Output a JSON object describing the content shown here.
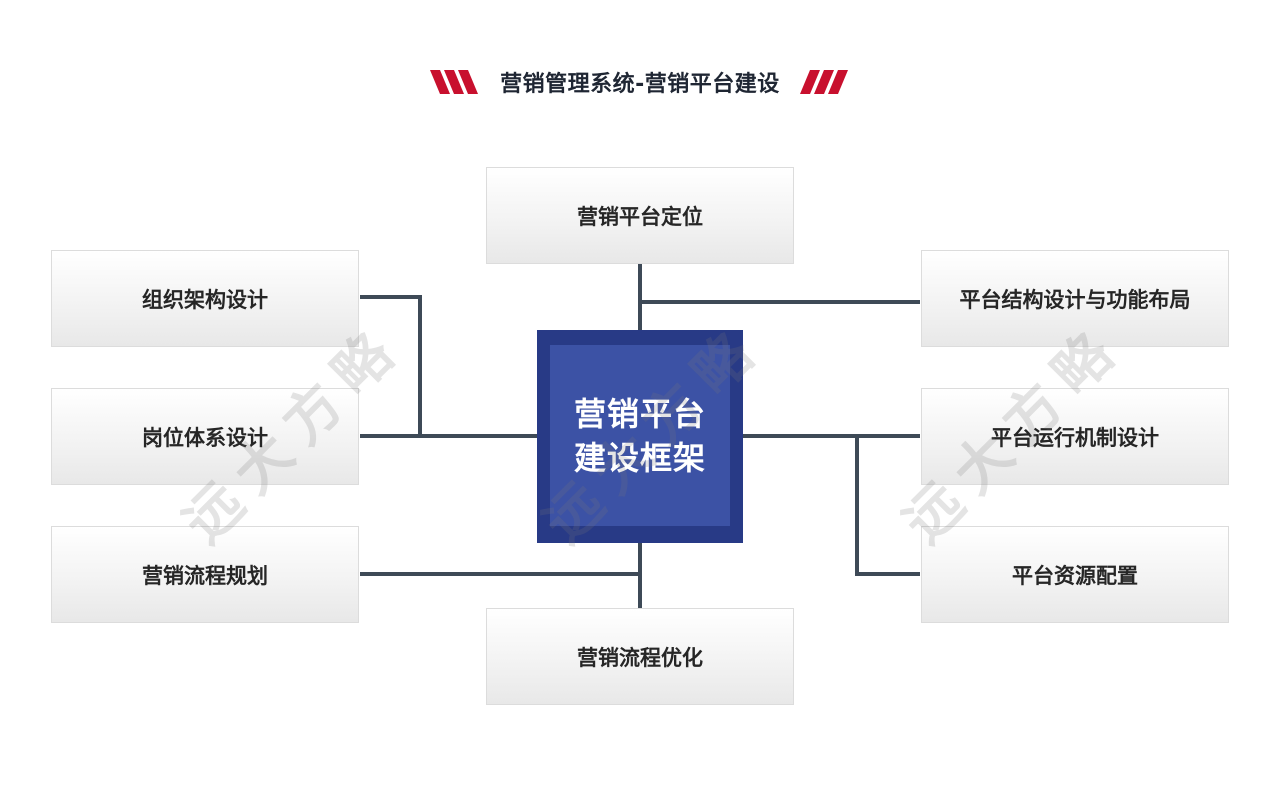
{
  "title": "营销管理系统-营销平台建设",
  "accent_color": "#c8102e",
  "center": {
    "line1": "营销平台",
    "line2": "建设框架"
  },
  "nodes": {
    "top": "营销平台定位",
    "bottom": "营销流程优化",
    "left_top": "组织架构设计",
    "left_middle": "岗位体系设计",
    "left_bottom": "营销流程规划",
    "right_top": "平台结构设计与功能布局",
    "right_middle": "平台运行机制设计",
    "right_bottom": "平台资源配置"
  },
  "watermark": "远大方略"
}
